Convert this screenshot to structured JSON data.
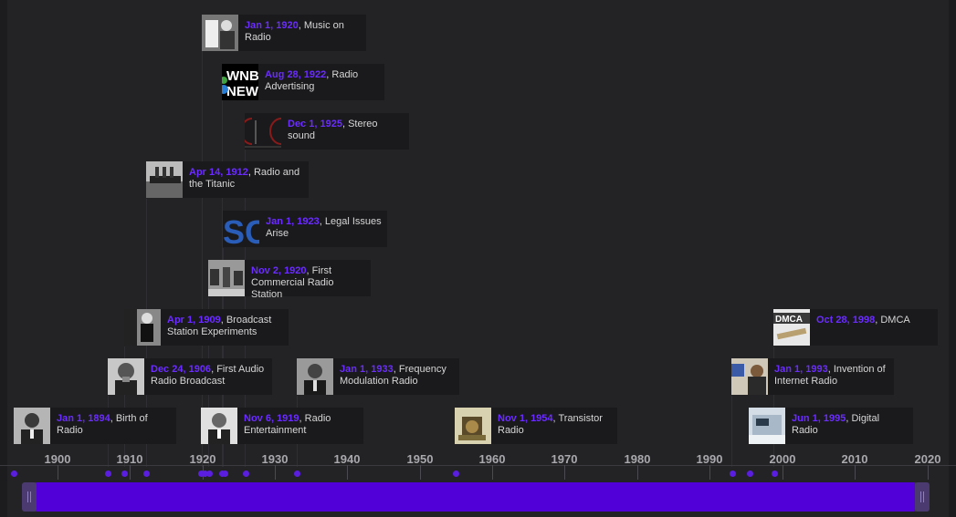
{
  "timeline": {
    "accent_color": "#5100d8",
    "date_color": "#6a2cff",
    "axis": {
      "years": [
        "1900",
        "1910",
        "1920",
        "1930",
        "1940",
        "1950",
        "1960",
        "1970",
        "1980",
        "1990",
        "2000",
        "2010",
        "2020"
      ]
    },
    "events": [
      {
        "date": "Jan 1, 1920",
        "title": "Music on Radio",
        "icon": "photo-musicians"
      },
      {
        "date": "Aug 28, 1922",
        "title": "Radio Advertising",
        "icon": "wnbc-news-logo"
      },
      {
        "date": "Dec 1, 1925",
        "title": "Stereo sound",
        "icon": "stereo-graphic"
      },
      {
        "date": "Apr 14, 1912",
        "title": "Radio and the Titanic",
        "icon": "titanic-photo"
      },
      {
        "date": "Jan 1, 1923",
        "title": "Legal Issues Arise",
        "icon": "sc-logo"
      },
      {
        "date": "Nov 2, 1920",
        "title": "First Commercial Radio Station",
        "icon": "radio-station-photo"
      },
      {
        "date": "Apr 1, 1909",
        "title": "Broadcast Station Experiments",
        "icon": "experiment-photo"
      },
      {
        "date": "Dec 24, 1906",
        "title": "First Audio Radio Broadcast",
        "icon": "portrait-photo"
      },
      {
        "date": "Jan 1, 1933",
        "title": "Frequency Modulation Radio",
        "icon": "portrait-photo"
      },
      {
        "date": "Jan 1, 1894",
        "title": "Birth of Radio",
        "icon": "portrait-photo"
      },
      {
        "date": "Nov 6, 1919",
        "title": "Radio Entertainment",
        "icon": "portrait-photo"
      },
      {
        "date": "Nov 1, 1954",
        "title": "Transistor Radio",
        "icon": "transistor-photo"
      },
      {
        "date": "Oct 28, 1998",
        "title": "DMCA",
        "icon": "dmca-logo"
      },
      {
        "date": "Jan 1, 1993",
        "title": "Invention of Internet Radio",
        "icon": "internet-radio-photo"
      },
      {
        "date": "Jun 1, 1995",
        "title": "Digital Radio",
        "icon": "digital-radio-photo"
      }
    ]
  }
}
